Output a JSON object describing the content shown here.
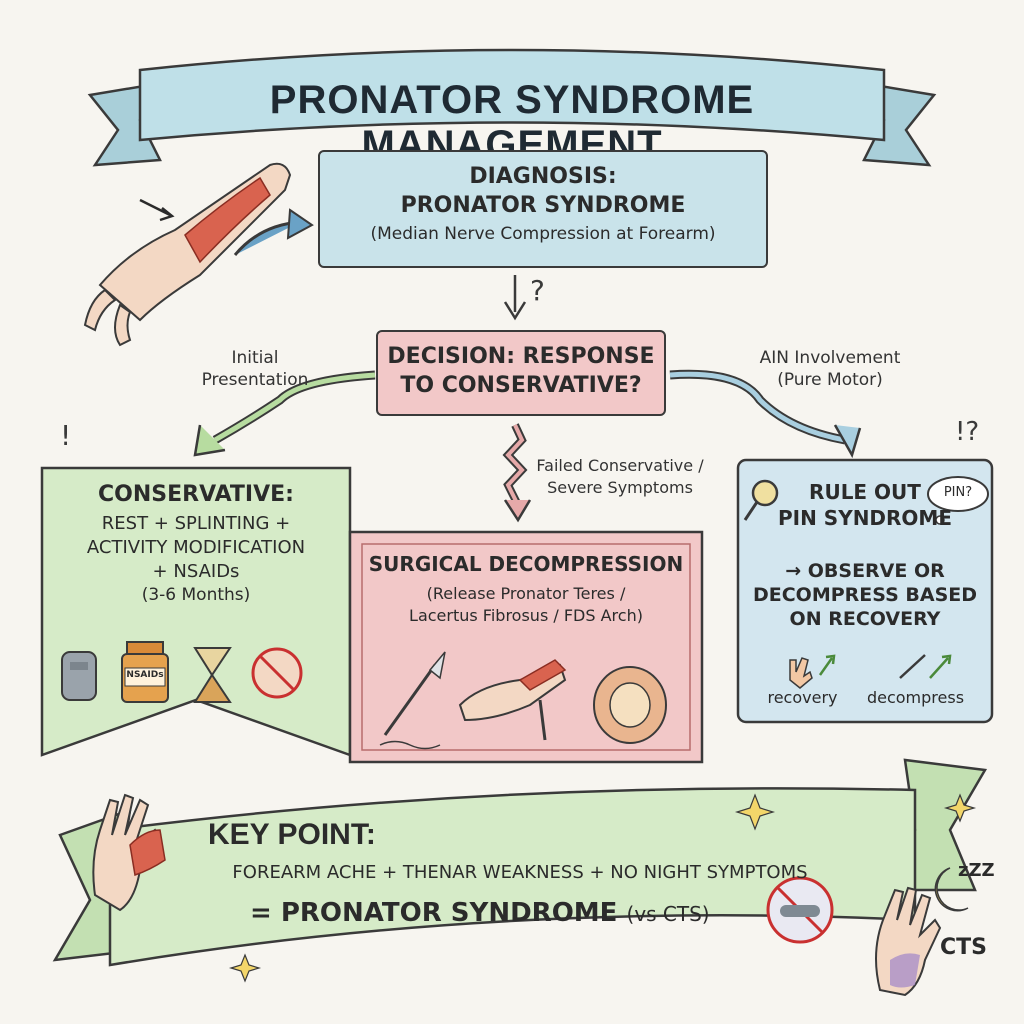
{
  "title": "PRONATOR SYNDROME MANAGEMENT",
  "diagnosis": {
    "line1": "DIAGNOSIS:",
    "line2": "PRONATOR SYNDROME",
    "line3": "(Median Nerve Compression at Forearm)"
  },
  "decision": {
    "line1": "DECISION: RESPONSE",
    "line2": "TO CONSERVATIVE?"
  },
  "edge_labels": {
    "initial_1": "Initial",
    "initial_2": "Presentation",
    "ain_1": "AIN Involvement",
    "ain_2": "(Pure Motor)",
    "failed_1": "Failed Conservative /",
    "failed_2": "Severe Symptoms"
  },
  "conservative": {
    "title": "CONSERVATIVE:",
    "line1": "REST + SPLINTING +",
    "line2": "ACTIVITY MODIFICATION",
    "line3": "+ NSAIDs",
    "line4": "(3-6 Months)",
    "bottle_label": "NSAIDs"
  },
  "surgical": {
    "title": "SURGICAL DECOMPRESSION",
    "line1": "(Release Pronator Teres /",
    "line2": "Lacertus Fibrosus / FDS Arch)"
  },
  "rule_out": {
    "line1": "RULE OUT",
    "line2": "PIN SYNDROME",
    "line3": "→ OBSERVE OR",
    "line4": "DECOMPRESS BASED",
    "line5": "ON RECOVERY",
    "bubble": "PIN?",
    "recovery": "recovery",
    "decompress": "decompress"
  },
  "key_point": {
    "title": "KEY POINT:",
    "line1": "FOREARM ACHE + THENAR WEAKNESS + NO NIGHT SYMPTOMS",
    "line2": "= PRONATOR SYNDROME",
    "line2b": "(vs CTS)",
    "cts": "CTS",
    "zzz": "zZZ"
  },
  "colors": {
    "blue": "#c9e3ea",
    "pink": "#f2c8c8",
    "green": "#d6ebc8",
    "ink": "#2b2b2b"
  }
}
